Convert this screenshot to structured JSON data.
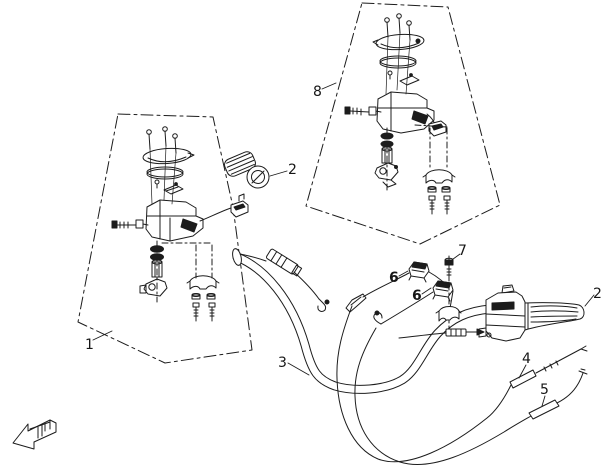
{
  "page": {
    "background_color": "#ffffff",
    "line_color": "#1c1c1c"
  },
  "diagram": {
    "type": "exploded-parts-line-drawing",
    "callouts": {
      "c1": "1",
      "c2_left": "2",
      "c2_right": "2",
      "c3": "3",
      "c4": "4",
      "c5": "5",
      "c6_upper": "6",
      "c6_lower": "6",
      "c7": "7",
      "c8": "8"
    },
    "part_numbers_visible": [
      "1",
      "2",
      "3",
      "4",
      "5",
      "6",
      "7",
      "8"
    ],
    "icons": {
      "orientation_arrow": "front-direction-arrow-icon"
    }
  }
}
